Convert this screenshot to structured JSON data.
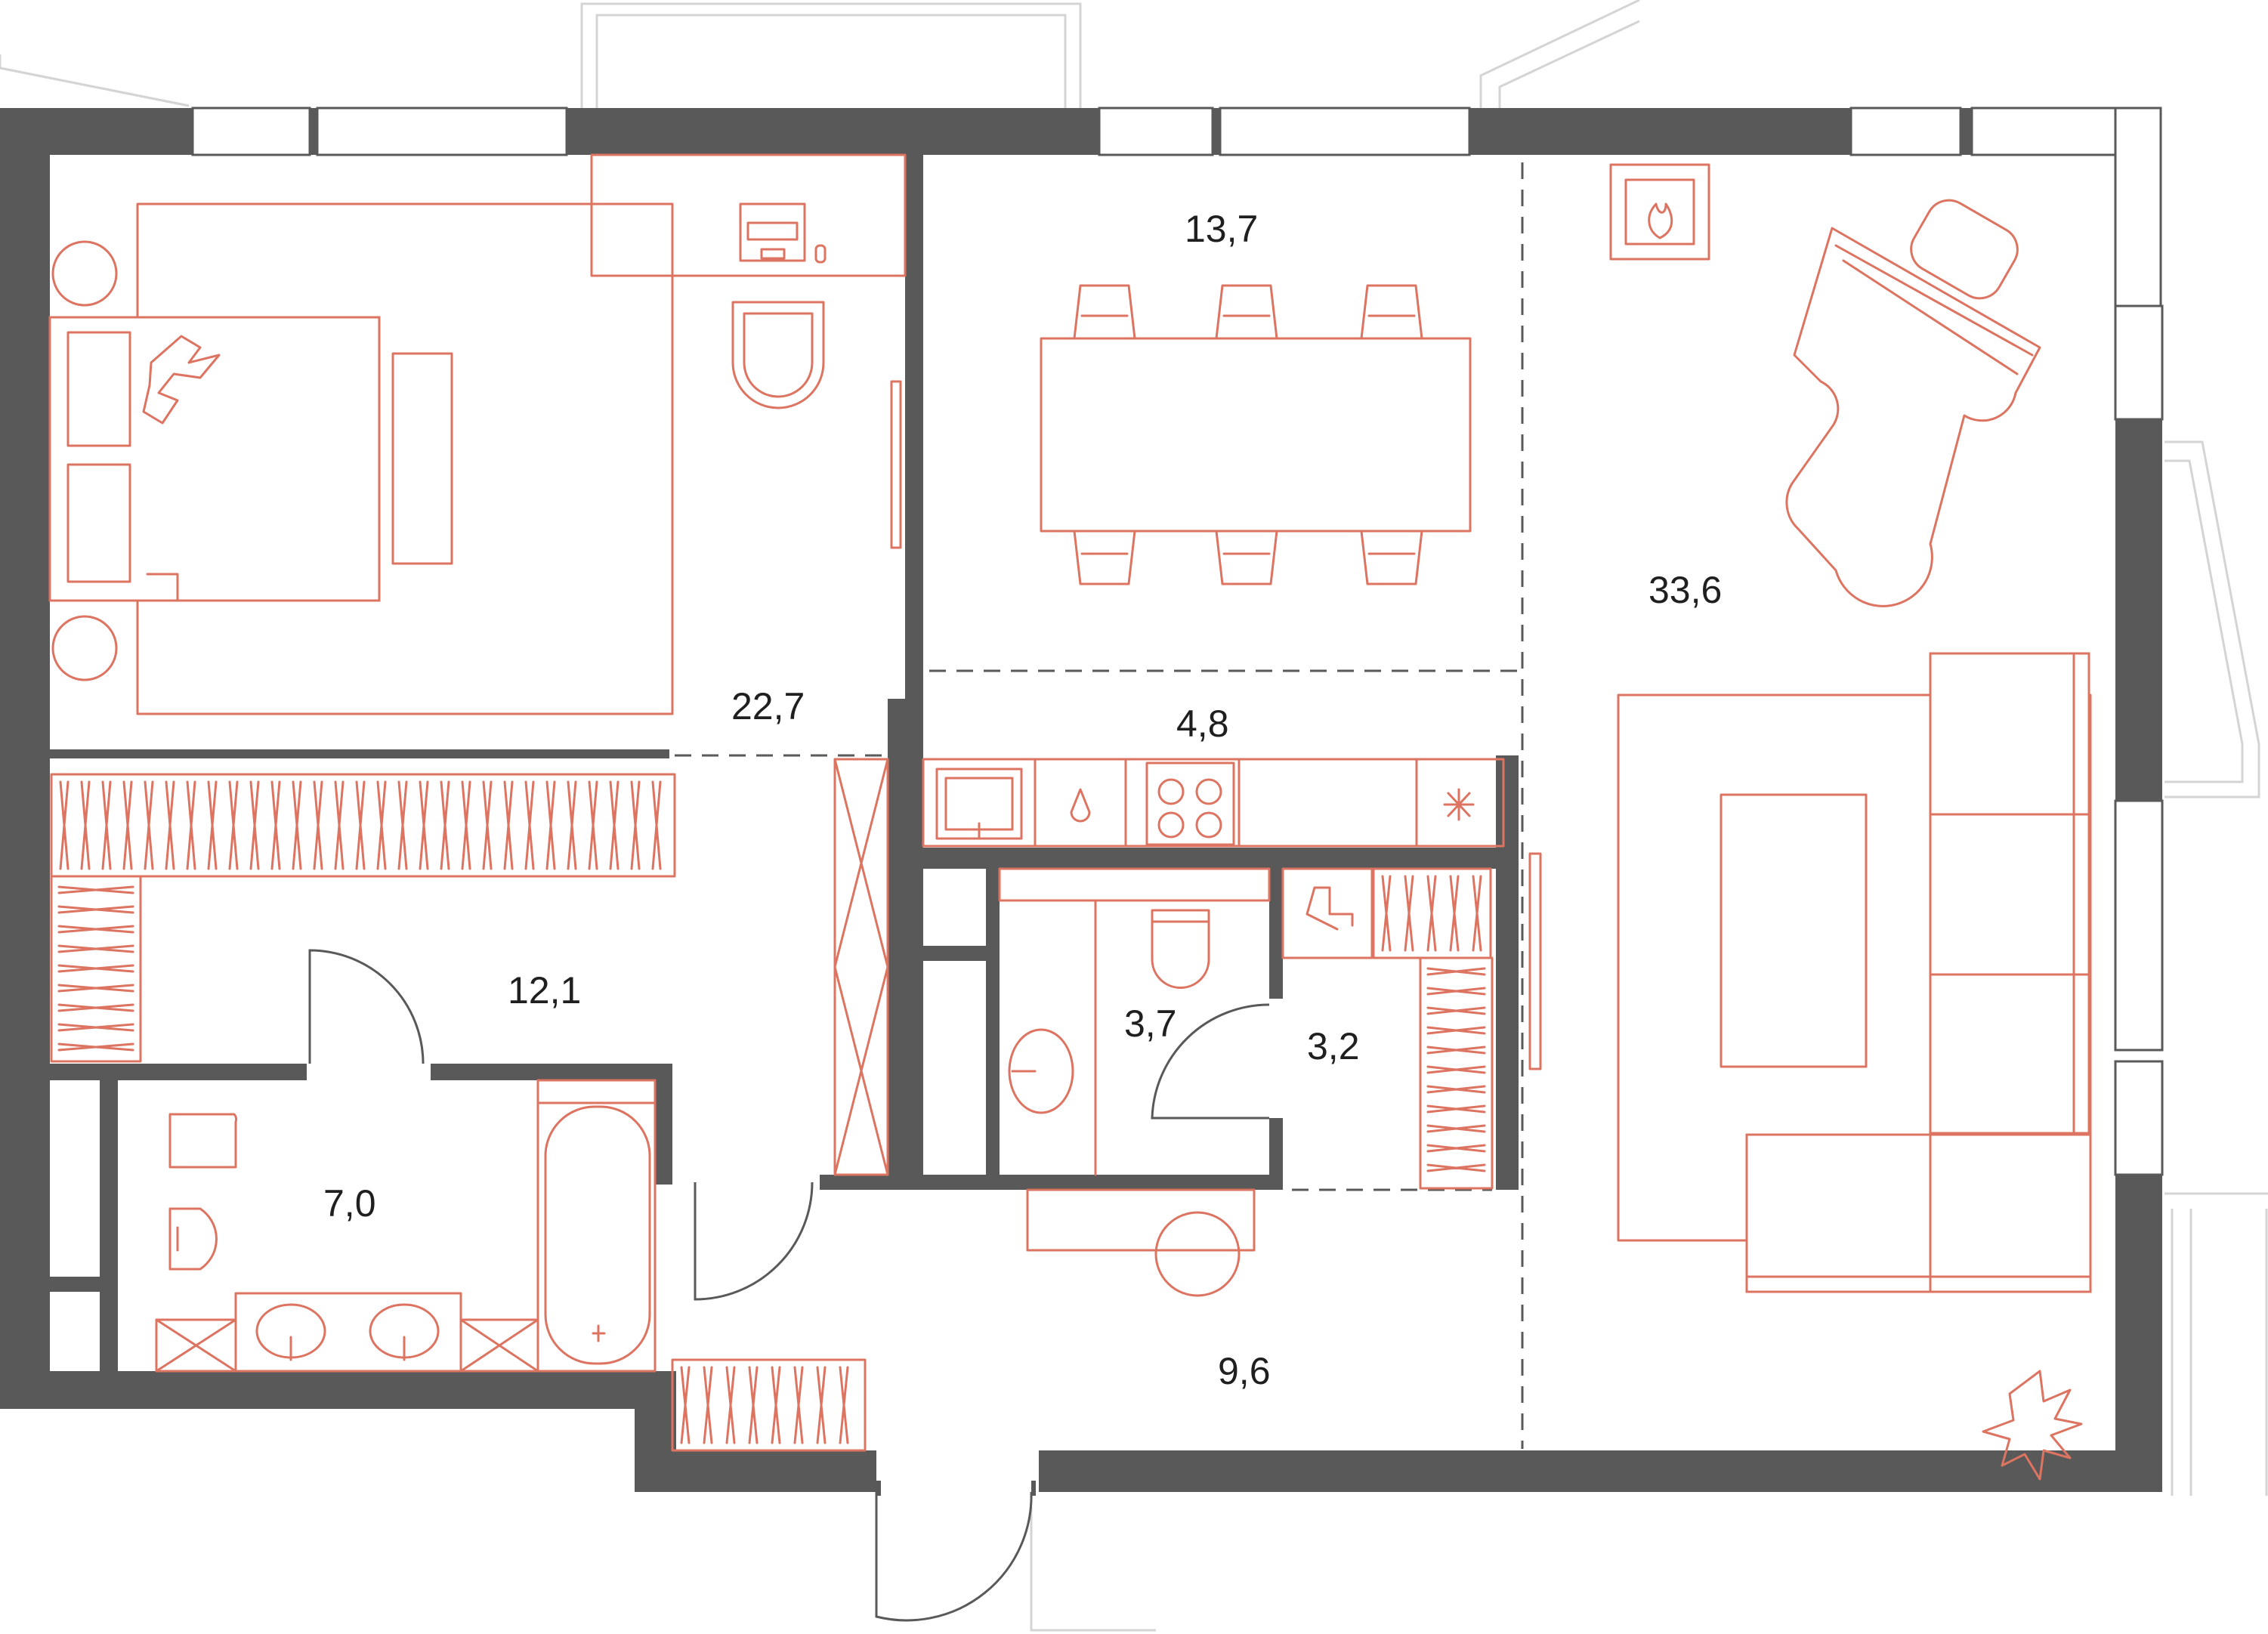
{
  "floor_plan": {
    "rooms": [
      {
        "id": "bedroom",
        "area": "22,7"
      },
      {
        "id": "dining",
        "area": "13,7"
      },
      {
        "id": "living",
        "area": "33,6"
      },
      {
        "id": "kitchen",
        "area": "4,8"
      },
      {
        "id": "hall",
        "area": "12,1"
      },
      {
        "id": "bath-large",
        "area": "7,0"
      },
      {
        "id": "bath-small",
        "area": "3,7"
      },
      {
        "id": "laundry",
        "area": "3,2"
      },
      {
        "id": "entrance",
        "area": "9,6"
      }
    ],
    "colors": {
      "wall": "#595959",
      "furniture": "#dc7461",
      "balcony": "#d4d4d4",
      "text": "#1f1f1f"
    }
  }
}
